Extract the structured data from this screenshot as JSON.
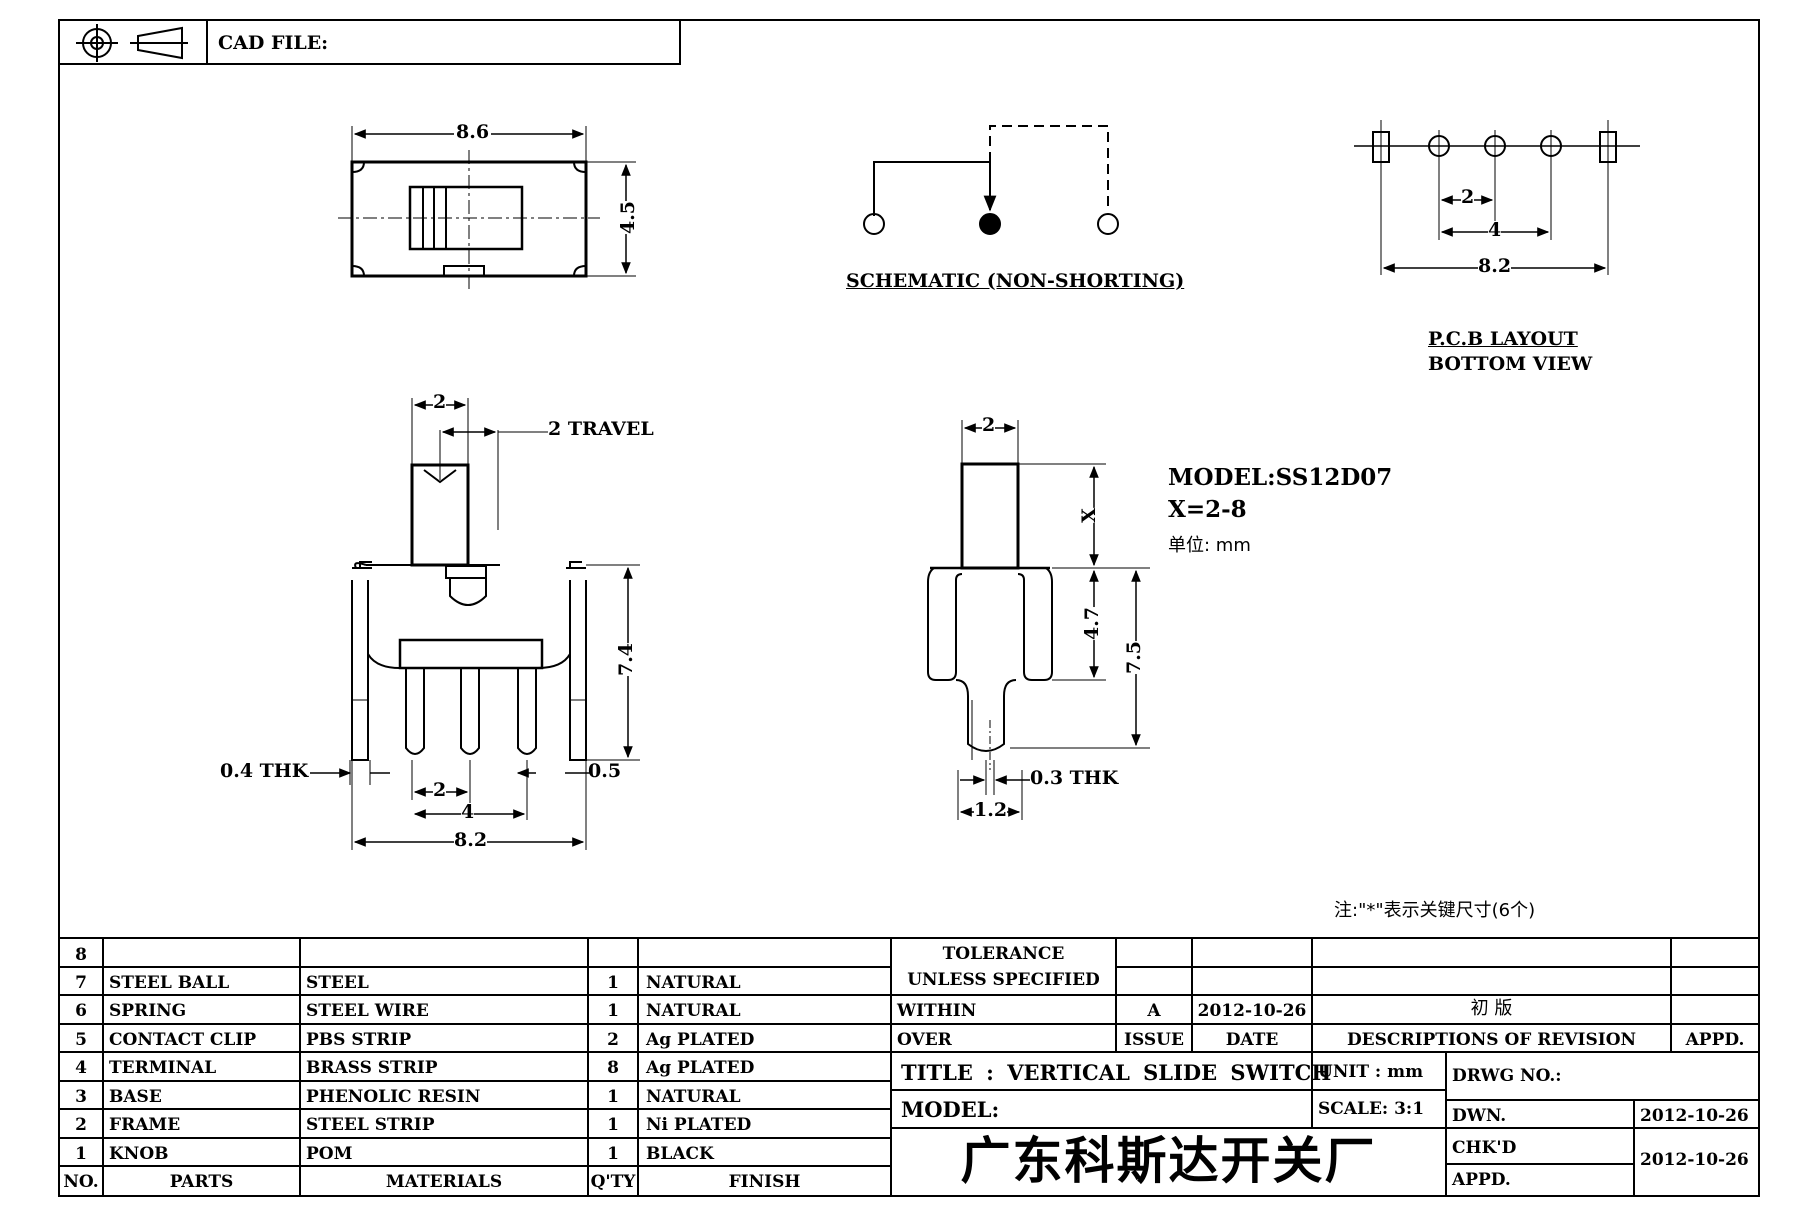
{
  "header": {
    "cad_file_label": "CAD FILE:",
    "icons": [
      "projection-circle-icon",
      "projection-cone-icon"
    ]
  },
  "views": {
    "top_view": {
      "width_dim": "8.6",
      "height_dim": "4.5"
    },
    "schematic": {
      "title": "SCHEMATIC (NON-SHORTING)"
    },
    "pcb_layout": {
      "title": "P.C.B LAYOUT",
      "subtitle": "BOTTOM VIEW",
      "dim_pitch": "2",
      "dim_mid": "4",
      "dim_total": "8.2"
    },
    "front_view": {
      "dim_knob": "2",
      "travel": "2 TRAVEL",
      "height": "7.4",
      "thk": "0.4 THK",
      "pin_w": "0.5",
      "pitch": "2",
      "mid": "4",
      "total": "8.2"
    },
    "side_view": {
      "knob": "2",
      "x_dim": "X",
      "h1": "4.7",
      "h2": "7.5",
      "thk": "0.3 THK",
      "base": "1.2"
    }
  },
  "model_info": {
    "model": "MODEL:SS12D07",
    "x_range": "X=2-8",
    "unit": "单位: mm"
  },
  "note": "注:\"*\"表示关键尺寸(6个)",
  "bom": {
    "rows": [
      {
        "no": "8",
        "part": "",
        "material": "",
        "qty": "",
        "finish": ""
      },
      {
        "no": "7",
        "part": "STEEL BALL",
        "material": "STEEL",
        "qty": "1",
        "finish": "NATURAL"
      },
      {
        "no": "6",
        "part": "SPRING",
        "material": "STEEL WIRE",
        "qty": "1",
        "finish": "NATURAL"
      },
      {
        "no": "5",
        "part": "CONTACT CLIP",
        "material": "PBS STRIP",
        "qty": "2",
        "finish": "Ag PLATED"
      },
      {
        "no": "4",
        "part": "TERMINAL",
        "material": "BRASS STRIP",
        "qty": "8",
        "finish": "Ag PLATED"
      },
      {
        "no": "3",
        "part": "BASE",
        "material": "PHENOLIC RESIN",
        "qty": "1",
        "finish": "NATURAL"
      },
      {
        "no": "2",
        "part": "FRAME",
        "material": "STEEL STRIP",
        "qty": "1",
        "finish": "Ni PLATED"
      },
      {
        "no": "1",
        "part": "KNOB",
        "material": "POM",
        "qty": "1",
        "finish": "BLACK"
      }
    ],
    "headers": {
      "no": "NO.",
      "part": "PARTS",
      "material": "MATERIALS",
      "qty": "Q'TY",
      "finish": "FINISH"
    }
  },
  "tolerance": {
    "title": "TOLERANCE",
    "subtitle": "UNLESS SPECIFIED",
    "within": "WITHIN",
    "over": "OVER"
  },
  "revision": {
    "issue": "A",
    "date": "2012-10-26",
    "description": "初 版",
    "issue_label": "ISSUE",
    "date_label": "DATE",
    "desc_label": "DESCRIPTIONS OF REVISION",
    "appd_label": "APPD."
  },
  "title_block": {
    "title": "TITLE : VERTICAL SLIDE SWITCH",
    "unit": "UNIT : mm",
    "drwg_no": "DRWG NO.:",
    "model_label": "MODEL:",
    "scale": "SCALE: 3:1",
    "dwn_label": "DWN.",
    "dwn_date": "2012-10-26",
    "chkd_label": "CHK'D",
    "chkd_date": "2012-10-26",
    "appd_label": "APPD.",
    "company": "广东科斯达开关厂"
  }
}
